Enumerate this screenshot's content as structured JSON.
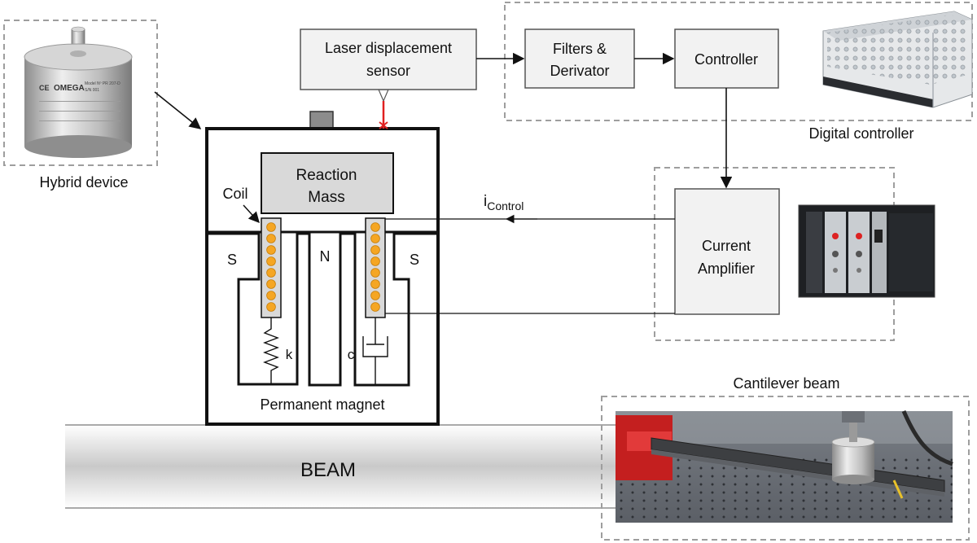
{
  "labels": {
    "hybrid_device": "Hybrid device",
    "laser_sensor_line1": "Laser displacement",
    "laser_sensor_line2": "sensor",
    "filters_line1": "Filters &",
    "filters_line2": "Derivator",
    "controller": "Controller",
    "digital_controller": "Digital controller",
    "reaction_mass_line1": "Reaction",
    "reaction_mass_line2": "Mass",
    "coil": "Coil",
    "pole_s_left": "S",
    "pole_n": "N",
    "pole_s_right": "S",
    "spring_k": "k",
    "damper_c": "c",
    "permanent_magnet": "Permanent magnet",
    "i_control_base": "i",
    "i_control_sub": "Control",
    "amplifier_line1": "Current",
    "amplifier_line2": "Amplifier",
    "cantilever_beam": "Cantilever beam",
    "beam": "BEAM"
  },
  "photo_texts": {
    "device_brand": "OMEGA",
    "device_ce": "CE",
    "device_model": "Model Nº PR 207-D",
    "device_sn": "S/N 001"
  },
  "colors": {
    "coil_fill": "#f5a623",
    "coil_stroke": "#c77f0a",
    "sensor_beam": "#e02020",
    "box_fill": "#f2f2f2",
    "reaction_mass_fill": "#d9d9d9",
    "dashed_border": "#9e9e9e"
  }
}
